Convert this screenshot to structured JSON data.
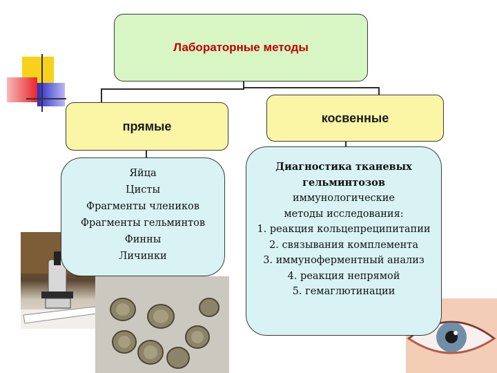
{
  "title": "Лабораторные методы",
  "categories": {
    "direct": "прямые",
    "indirect": "косвенные"
  },
  "direct_items": [
    "Яйца",
    "Цисты",
    "Фрагменты члеников",
    "Фрагменты гельминтов",
    "Финны",
    "Личинки"
  ],
  "indirect": {
    "heading_lines": [
      "Диагностика тканевых",
      "гельминтозов"
    ],
    "intro_lines": [
      "иммунологические",
      "методы исследования:"
    ],
    "methods": [
      "1.  реакция кольцепреципитапии",
      "2.  связывания комплемента",
      "3.  иммуноферментный анализ",
      "4.  реакция непрямой",
      "5.  гемаглютинации"
    ]
  },
  "icons": [
    "microscope-image",
    "helminth-eggs-micrograph",
    "eye-image",
    "corner-squares-decoration"
  ]
}
